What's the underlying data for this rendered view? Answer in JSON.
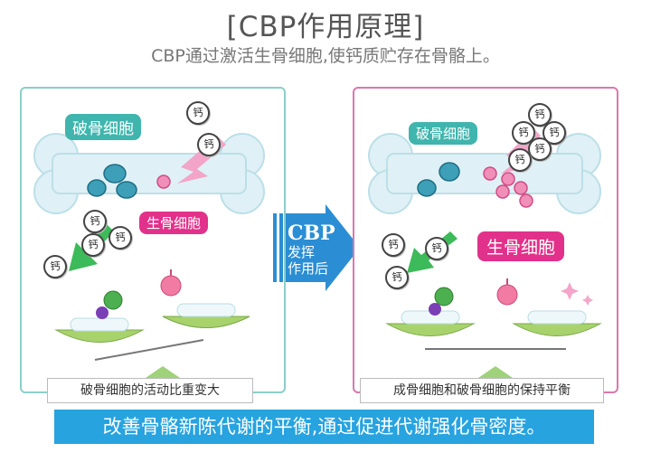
{
  "title": "[CBP作用原理]",
  "subtitle": "CBP通过激活生骨细胞,使钙质贮存在骨骼上。",
  "calcium_label": "钙",
  "left_panel": {
    "osteoclast_label": "破骨细胞",
    "osteoblast_label": "生骨细胞",
    "caption": "破骨细胞的活动比重变大"
  },
  "right_panel": {
    "osteoclast_label": "破骨细胞",
    "osteoblast_label": "生骨细胞",
    "caption": "成骨细胞和破骨细胞的保持平衡"
  },
  "middle_arrow": {
    "line1": "CBP",
    "line2": "发挥",
    "line3": "作用后"
  },
  "banner": "改善骨骼新陈代谢的平衡,通过促进代谢强化骨密度。",
  "colors": {
    "teal": "#3fb5ad",
    "pink": "#e2318a",
    "blue": "#27a3e0",
    "green_arrow": "#3dba5a"
  }
}
